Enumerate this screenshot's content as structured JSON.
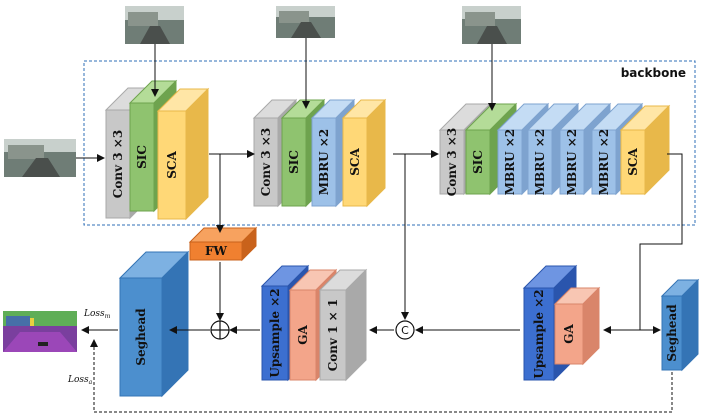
{
  "colors": {
    "gray": "#c8c8c8",
    "gray_side": "#a9a9a9",
    "gray_top": "#dcdcdc",
    "green": "#8fc36f",
    "green_side": "#6ea34e",
    "green_top": "#b4dc98",
    "yellow": "#ffd877",
    "yellow_side": "#e8b84a",
    "yellow_top": "#ffe6a6",
    "blue": "#9dc1e8",
    "blue_side": "#7ea3cf",
    "blue_top": "#c4dcf4",
    "deep_blue": "#3c6fd0",
    "deep_blue_side": "#2a55ad",
    "deep_blue_top": "#6e95e2",
    "seg_blue": "#4c8fce",
    "seg_blue_side": "#3474b5",
    "seg_blue_top": "#7db1e2",
    "salmon": "#f3a58a",
    "salmon_side": "#d9856a",
    "salmon_top": "#f8c6b3",
    "orange": "#f08030",
    "orange_side": "#c9621b",
    "orange_top": "#f7a25f",
    "dashed_border": "#2f6fb7"
  },
  "backbone_label": "backbone",
  "stage1": {
    "conv": "Conv 3 ×3",
    "sic": "SIC",
    "sca": "SCA"
  },
  "stage2": {
    "conv": "Conv 3 ×3",
    "sic": "SIC",
    "mbru": "MBRU ×2",
    "sca": "SCA"
  },
  "stage3": {
    "conv": "Conv 3 ×3",
    "sic": "SIC",
    "mbru1": "MBRU ×2",
    "mbru2": "MBRU ×2",
    "mbru3": "MBRU ×2",
    "mbru4": "MBRU ×2",
    "sca": "SCA"
  },
  "fw": "FW",
  "decoder_left": {
    "upsample": "Upsample ×2",
    "ga": "GA",
    "conv": "Conv 1 × 1"
  },
  "decoder_right": {
    "upsample": "Upsample ×2",
    "ga": "GA"
  },
  "seghead_main": "Seghead",
  "seghead_aux": "Seghead",
  "loss_m_base": "Loss",
  "loss_m_sub": "m",
  "loss_a_base": "Loss",
  "loss_a_sub": "a",
  "concat_symbol": "C",
  "add_symbol": "+"
}
